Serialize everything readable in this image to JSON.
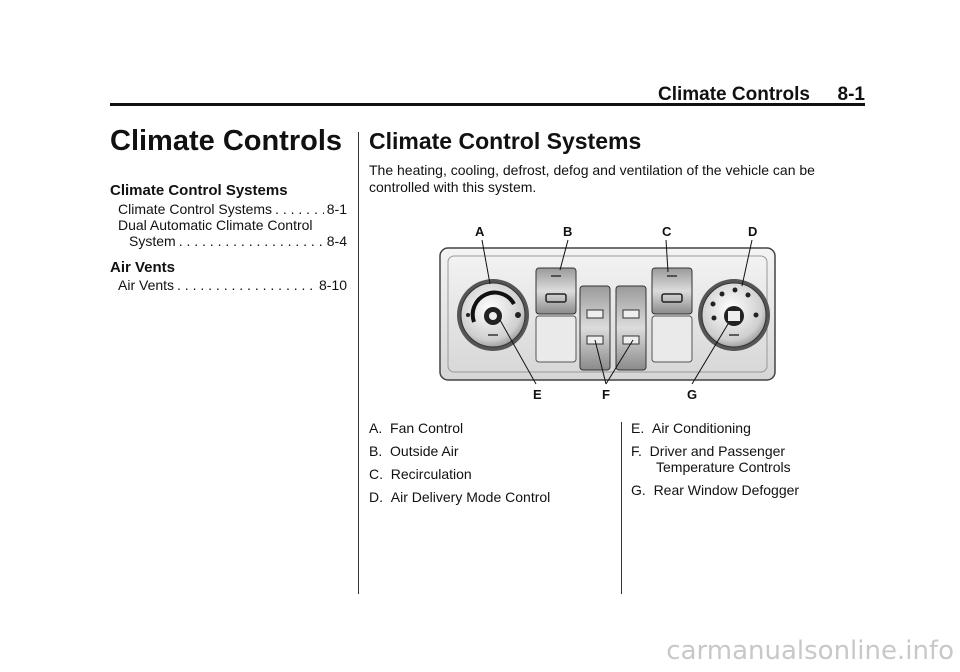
{
  "header": {
    "chapter": "Climate Controls",
    "page": "8-1"
  },
  "chapter_title": "Climate Controls",
  "toc": [
    {
      "heading": "Climate Control Systems",
      "entries": [
        {
          "label": "Climate Control Systems",
          "page": "8-1"
        },
        {
          "label_line1": "Dual Automatic Climate Control",
          "label": "System",
          "page": "8-4"
        }
      ]
    },
    {
      "heading": "Air Vents",
      "entries": [
        {
          "label": "Air Vents",
          "page": "8-10"
        }
      ]
    }
  ],
  "section": {
    "title": "Climate Control Systems",
    "intro": "The heating, cooling, defrost, defog and ventilation of the vehicle can be controlled with this system."
  },
  "figure": {
    "callouts": [
      "A",
      "B",
      "C",
      "D",
      "E",
      "F",
      "G"
    ]
  },
  "legend": {
    "left": [
      {
        "key": "A.",
        "text": "Fan Control"
      },
      {
        "key": "B.",
        "text": "Outside Air"
      },
      {
        "key": "C.",
        "text": "Recirculation"
      },
      {
        "key": "D.",
        "text": "Air Delivery Mode Control"
      }
    ],
    "right": [
      {
        "key": "E.",
        "text": "Air Conditioning"
      },
      {
        "key": "F.",
        "text": "Driver and Passenger",
        "text2": "Temperature Controls"
      },
      {
        "key": "G.",
        "text": "Rear Window Defogger"
      }
    ]
  },
  "footer_watermark": "carmanualsonline.info"
}
